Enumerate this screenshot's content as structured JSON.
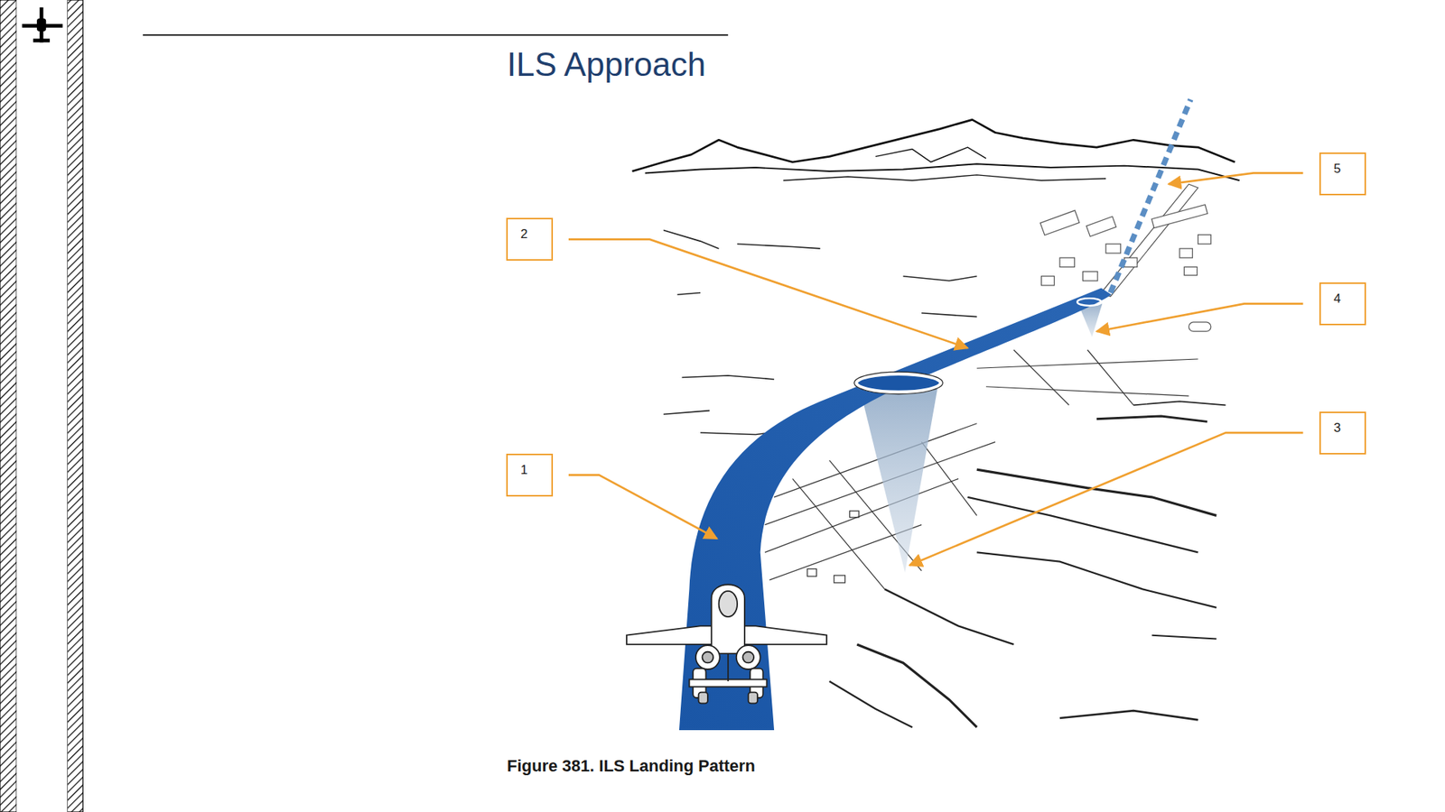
{
  "diagram": {
    "title": "ILS Approach",
    "caption": "Figure 381. ILS Landing Pattern",
    "nodes": [
      {
        "text": [
          "5"
        ]
      },
      {
        "text": [
          "2"
        ]
      },
      {
        "text": [
          "4"
        ]
      },
      {
        "text": [
          "3"
        ]
      },
      {
        "text": [
          "1"
        ]
      }
    ]
  }
}
